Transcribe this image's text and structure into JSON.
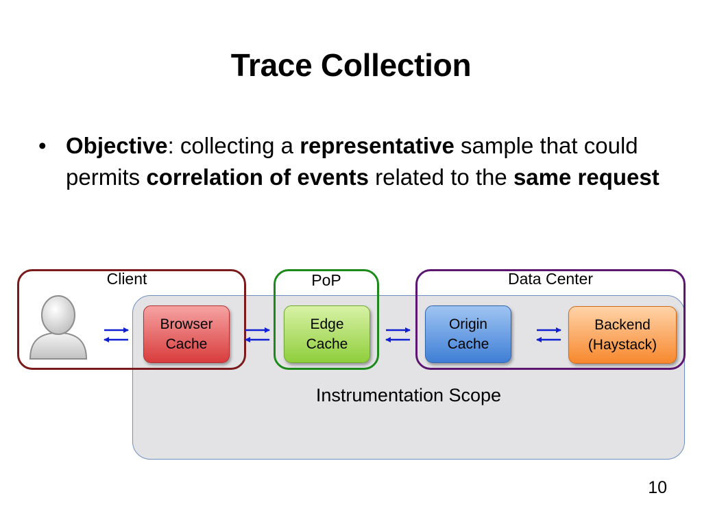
{
  "slide": {
    "title": "Trace Collection",
    "bullet": {
      "marker": "•",
      "segments": [
        {
          "text": "Objective",
          "bold": true
        },
        {
          "text": ": collecting a ",
          "bold": false
        },
        {
          "text": "representative",
          "bold": true
        },
        {
          "text": " sample that could permits ",
          "bold": false
        },
        {
          "text": "correlation of events",
          "bold": true
        },
        {
          "text": " related to the ",
          "bold": false
        },
        {
          "text": "same request",
          "bold": true
        }
      ]
    },
    "page_number": "10"
  },
  "diagram": {
    "groups": {
      "client": "Client",
      "pop": "PoP",
      "data_center": "Data Center"
    },
    "scope_label": "Instrumentation Scope",
    "boxes": {
      "browser": [
        "Browser",
        "Cache"
      ],
      "edge": [
        "Edge",
        "Cache"
      ],
      "origin": [
        "Origin",
        "Cache"
      ],
      "backend": [
        "Backend",
        "(Haystack)"
      ]
    },
    "colors": {
      "client_border": "#7a1a1a",
      "pop_border": "#1b8a1b",
      "dc_border": "#5b1670",
      "arrow": "#1020d0",
      "browser": "#d93c3c",
      "edge": "#8fce3c",
      "origin": "#3f7fd6",
      "backend": "#f7882e"
    },
    "icons": {
      "user": "user-avatar-icon",
      "arrows": "bidirectional-arrow-icon"
    }
  }
}
